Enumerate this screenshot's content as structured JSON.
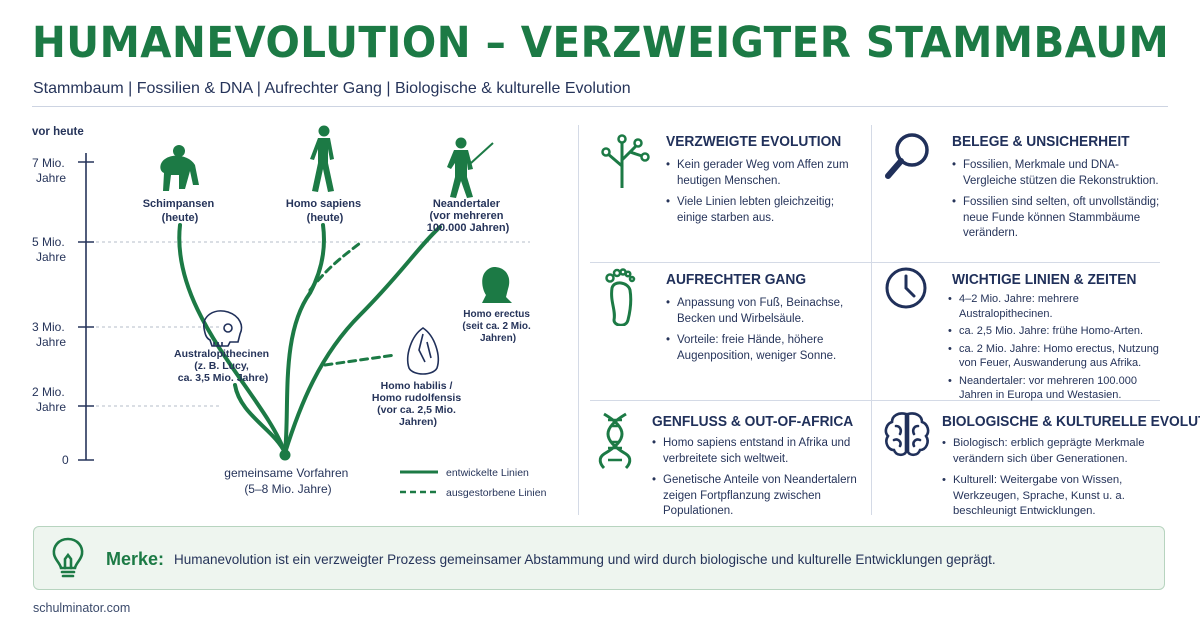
{
  "header": {
    "title": "HUMANEVOLUTION – VERZWEIGTER STAMMBAUM",
    "subtitle": "Stammbaum | Fossilien & DNA | Aufrechter Gang | Biologische & kulturelle Evolution"
  },
  "tree": {
    "axis_title": "vor heute",
    "ticks": [
      {
        "line1": "7 Mio.",
        "line2": "Jahre"
      },
      {
        "line1": "5 Mio.",
        "line2": "Jahre"
      },
      {
        "line1": "3 Mio.",
        "line2": "Jahre"
      },
      {
        "line1": "2 Mio.",
        "line2": "Jahre"
      },
      {
        "line1": "0",
        "line2": ""
      }
    ],
    "species": {
      "chimp": {
        "line1": "Schimpansen",
        "line2": "(heute)"
      },
      "sapiens": {
        "line1": "Homo sapiens",
        "line2": "(heute)"
      },
      "neander": {
        "line1": "Neandertaler",
        "line2": "(vor mehreren",
        "line3": "100.000 Jahren)"
      },
      "erectus": {
        "line1": "Homo erectus",
        "line2": "(seit ca. 2 Mio.",
        "line3": "Jahren)"
      },
      "australo": {
        "line1": "Australopithecinen",
        "line2": "(z. B. Lucy,",
        "line3": "ca. 3,5 Mio. Jahre)"
      },
      "habilis": {
        "line1": "Homo habilis /",
        "line2": "Homo rudolfensis",
        "line3": "(vor ca. 2,5 Mio.",
        "line4": "Jahren)"
      }
    },
    "root": {
      "line1": "gemeinsame Vorfahren",
      "line2": "(5–8 Mio. Jahre)"
    },
    "legend": {
      "solid": "entwickelte Linien",
      "dashed": "ausgestorbene Linien"
    }
  },
  "cards": {
    "evolution": {
      "title": "VERZWEIGTE EVOLUTION",
      "items": [
        "Kein gerader Weg vom Affen zum heutigen Menschen.",
        "Viele Linien lebten gleichzeitig; einige starben aus."
      ]
    },
    "evidence": {
      "title": "BELEGE & UNSICHERHEIT",
      "items": [
        "Fossilien, Merkmale und DNA-Vergleiche stützen die Rekonstruktion.",
        "Fossilien sind selten, oft unvollständig; neue Funde können Stammbäume verändern."
      ]
    },
    "gait": {
      "title": "AUFRECHTER GANG",
      "items": [
        "Anpassung von Fuß, Beinachse, Becken und Wirbelsäule.",
        "Vorteile: freie Hände, höhere Augenposition, weniger Sonne."
      ]
    },
    "timeline": {
      "title": "WICHTIGE LINIEN & ZEITEN",
      "items": [
        "4–2 Mio. Jahre: mehrere Australopithecinen.",
        "ca. 2,5 Mio. Jahre: frühe Homo-Arten.",
        "ca. 2 Mio. Jahre: Homo erectus, Nutzung von Feuer, Auswanderung aus Afrika.",
        "Neandertaler: vor mehreren 100.000 Jahren in Europa und Westasien."
      ]
    },
    "geneflow": {
      "title": "GENFLUSS & OUT-OF-AFRICA",
      "items": [
        "Homo sapiens entstand in Afrika und verbreitete sich weltweit.",
        "Genetische Anteile von Neandertalern zeigen Fortpflanzung zwischen Populationen."
      ]
    },
    "culture": {
      "title": "BIOLOGISCHE & KULTURELLE EVOLUTION",
      "items": [
        "Biologisch: erblich geprägte Merkmale verändern sich über Generationen.",
        "Kulturell: Weitergabe von Wissen, Werkzeugen, Sprache, Kunst u. a. beschleunigt Entwicklungen."
      ]
    }
  },
  "merke": {
    "label": "Merke:",
    "text": "Humanevolution ist ein verzweigter Prozess gemeinsamer Abstammung und wird durch biologische und kulturelle Entwicklungen geprägt."
  },
  "footer": {
    "source": "schulminator.com"
  },
  "colors": {
    "green": "#1c7a45",
    "navy": "#20305a",
    "merke_bg": "#eef5ef"
  }
}
